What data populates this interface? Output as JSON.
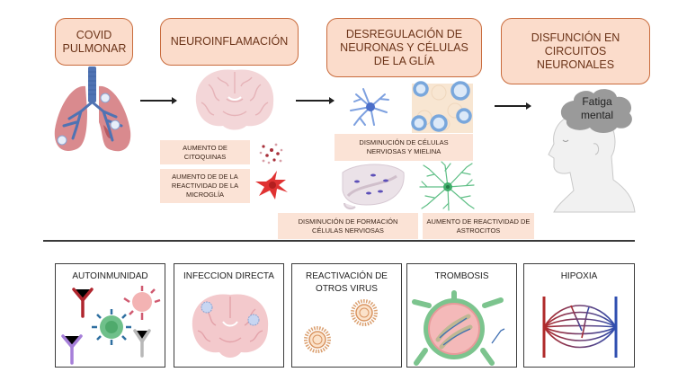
{
  "header_stages": [
    {
      "id": "covid",
      "label": "COVID PULMONAR"
    },
    {
      "id": "neuro",
      "label": "NEUROINFLAMACIÓN"
    },
    {
      "id": "desreg",
      "label": "DESREGULACIÓN DE NEURONAS Y CÉLULAS DE LA GLÍA"
    },
    {
      "id": "disf",
      "label": "DISFUNCIÓN EN CIRCUITOS NEURONALES"
    }
  ],
  "neuroinflammation_notes": [
    {
      "label": "AUMENTO DE CITOQUINAS",
      "icon": "cytokines-icon"
    },
    {
      "label": "AUMENTO DE DE LA REACTIVIDAD DE LA MICROGLÍA",
      "icon": "microglia-icon"
    }
  ],
  "dysregulation_notes": [
    {
      "label": "DISMINUCIÓN DE CÉLULAS NERVIOSAS Y MIELINA",
      "icons": [
        "neuron-icon",
        "myelin-icon"
      ]
    },
    {
      "label": "DISMINUCIÓN DE FORMACIÓN CÉLULAS NERVIOSAS",
      "icon": "hippocampus-icon"
    },
    {
      "label": "AUMENTO DE REACTIVIDAD DE ASTROCITOS",
      "icon": "astrocyte-icon"
    }
  ],
  "outcome": {
    "cloud_label": "Fatiga mental",
    "icon": "head-profile-icon"
  },
  "causes": [
    {
      "label": "AUTOINMUNIDAD",
      "icon": "antibodies-icon"
    },
    {
      "label": "INFECCION DIRECTA",
      "icon": "infected-brain-icon"
    },
    {
      "label": "REACTIVACIÓN DE OTROS VIRUS",
      "icon": "virus-icon"
    },
    {
      "label": "TROMBOSIS",
      "icon": "thrombosis-icon"
    },
    {
      "label": "HIPOXIA",
      "icon": "capillary-bed-icon"
    }
  ],
  "colors": {
    "box_fill": "#fbdccb",
    "box_border": "#c96b3c",
    "box_text": "#6b3318",
    "note_fill": "#fbe3d6",
    "lung": "#d98a8e",
    "airway": "#4f73b3",
    "brain": "#f3d6d8",
    "microglia": "#e03232",
    "astrocyte": "#3fae6a",
    "neuron": "#5d86d6",
    "virus": "#d99460",
    "artery": "#b02a2a",
    "vein": "#2f4fb0"
  }
}
